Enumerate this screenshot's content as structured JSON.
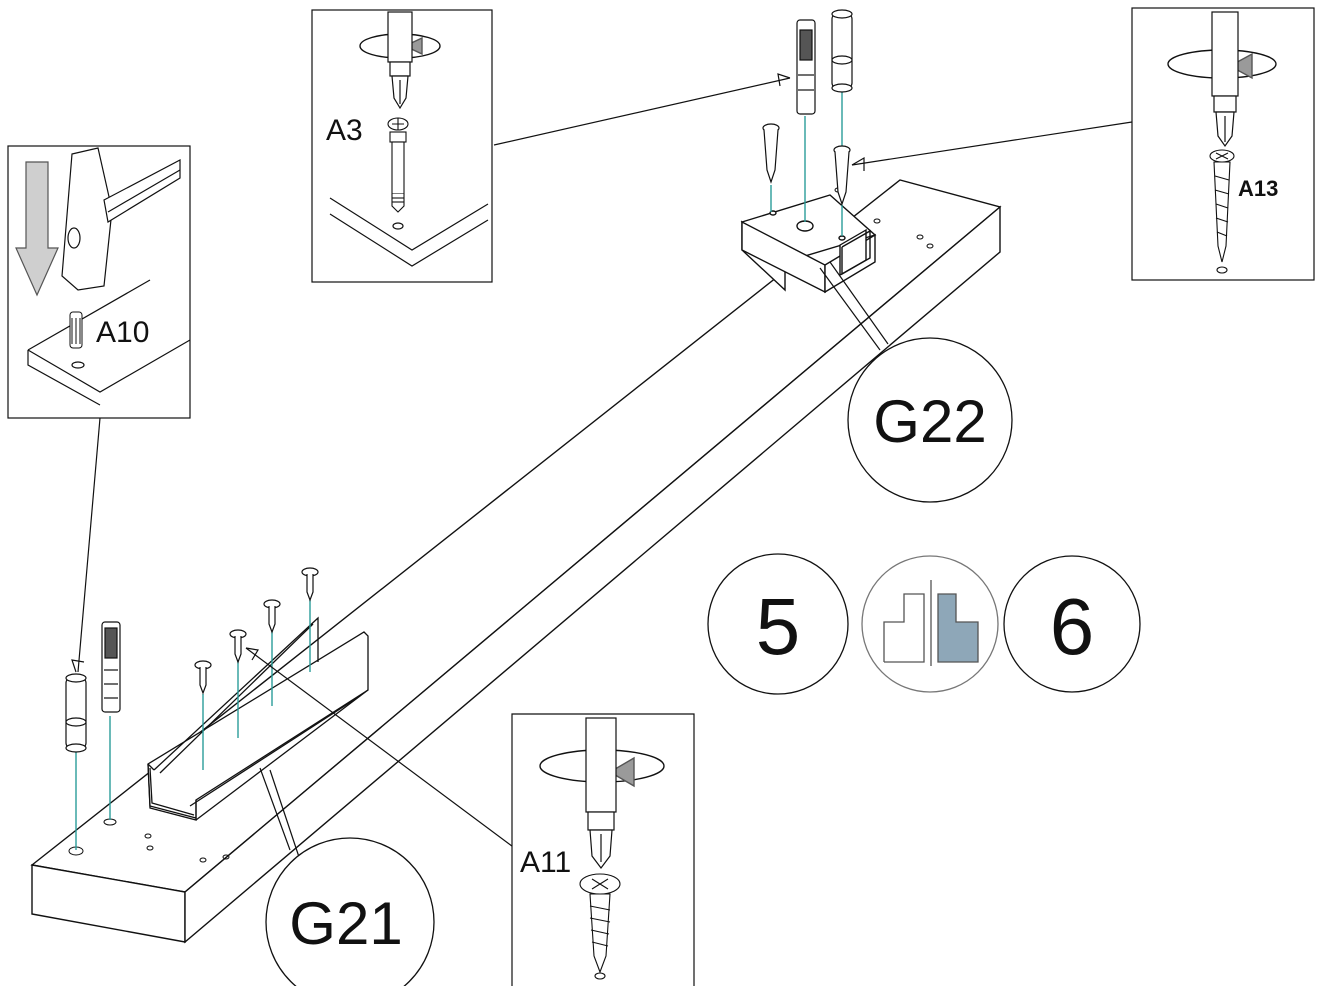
{
  "labels": {
    "part_g21": "G21",
    "part_g22": "G22",
    "fitting_a3": "A3",
    "fitting_a10": "A10",
    "fitting_a11": "A11",
    "fitting_a13": "A13"
  },
  "steps": {
    "left": "5",
    "right": "6"
  },
  "icons": {
    "hammer": "hammer-icon",
    "screwdriver": "screwdriver-icon",
    "rotate": "rotate-arrow-icon",
    "down_arrow": "down-arrow-icon",
    "orientation": "panel-orientation-icon"
  },
  "colors": {
    "guide_line": "#2a9d9a",
    "highlight_panel": "#8ea7b8",
    "arrow_gray": "#9a9a9a",
    "outline": "#111111"
  }
}
